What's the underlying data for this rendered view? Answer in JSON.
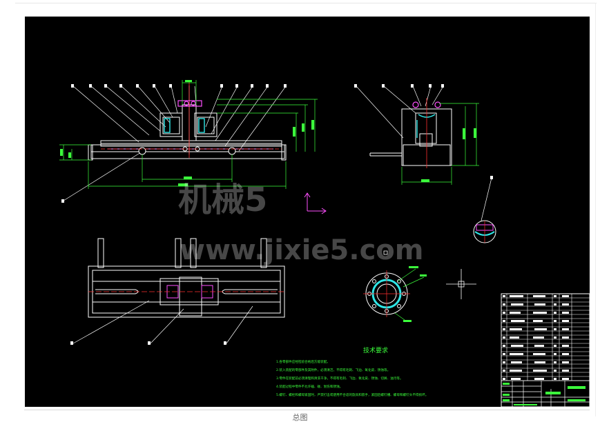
{
  "caption": "总图",
  "watermark": {
    "logo_text": "机械5",
    "url_text": "www.jixie5.com"
  },
  "technical_requirements": {
    "title": "技术要求",
    "lines": [
      "1.各零部件应经检验合格后方能装配。",
      "2.装入装配的零部件及其附件，必须清洁，不得有毛刺、飞边、氧化皮、锈蚀等。",
      "3.零件在装配前必须清理和清洗干净，不得有毛刺、飞边、氧化皮、锈蚀、切屑、油污等。",
      "4.装配过程中零件不允许磕、碰、划伤和锈蚀。",
      "5.螺钉、螺栓和螺母紧固时，严禁打击或使用不合适的旋具和扳手，紧固后螺钉槽、螺母和螺钉头不得损坏。"
    ]
  },
  "colors": {
    "background": "#000000",
    "lines": "#ffffff",
    "dimensions": "#3cff3c",
    "center_lines": "#ff3030",
    "highlight": "#2ee6e6",
    "accent": "#ff50ff"
  }
}
